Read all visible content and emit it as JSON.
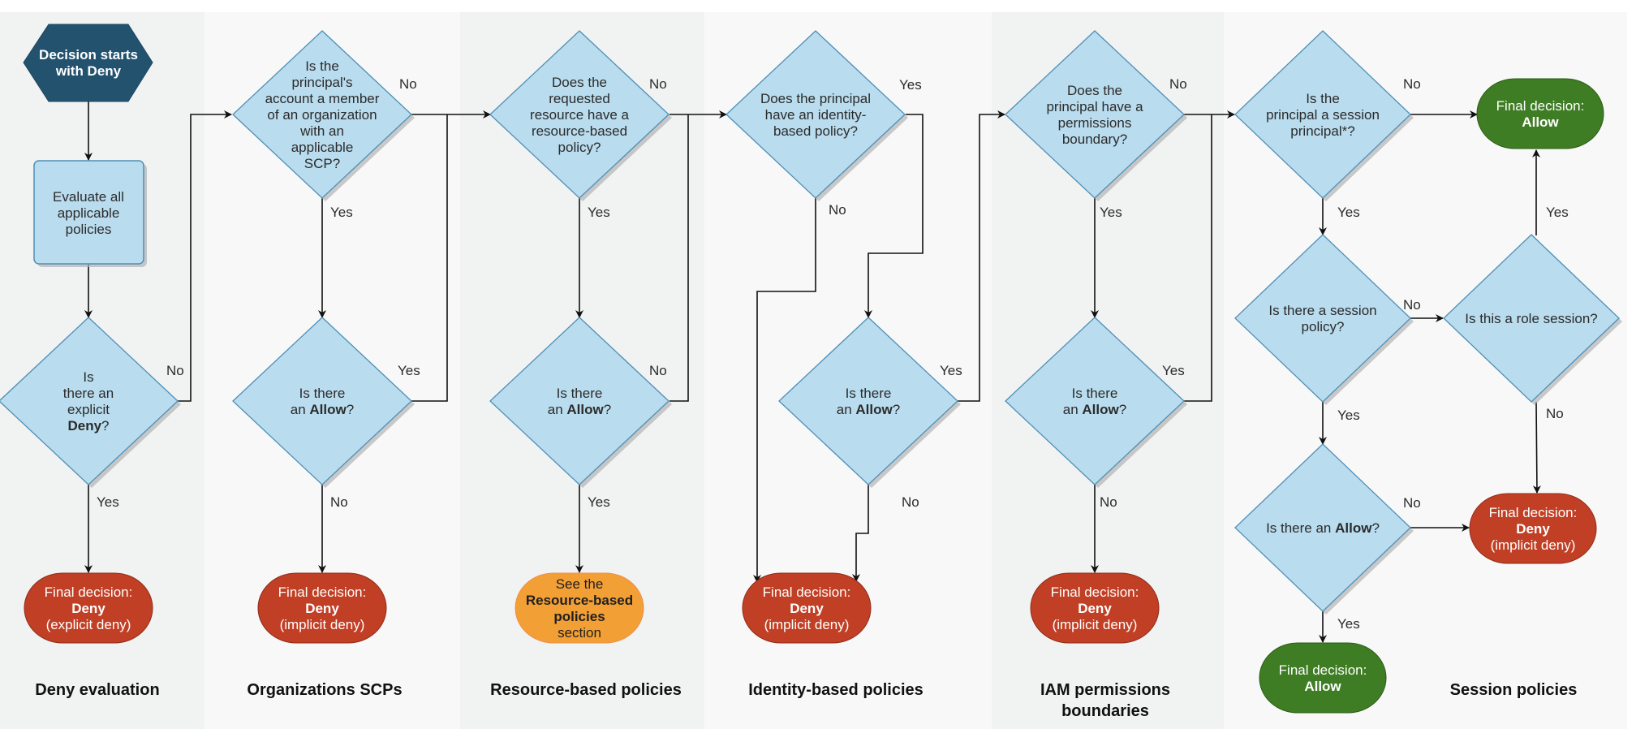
{
  "lanes": [
    {
      "title": [
        "Deny evaluation"
      ]
    },
    {
      "title": [
        "Organizations SCPs"
      ]
    },
    {
      "title": [
        "Resource-based policies"
      ]
    },
    {
      "title": [
        "Identity-based policies"
      ]
    },
    {
      "title": [
        "IAM permissions",
        "boundaries"
      ]
    },
    {
      "title": [
        "Session policies"
      ]
    }
  ],
  "nodes": {
    "start": {
      "lines": [
        "Decision starts",
        "with Deny"
      ]
    },
    "evaluate": {
      "lines": [
        "Evaluate all",
        "applicable",
        "policies"
      ]
    },
    "explicit_deny_q": {
      "lines": [
        [
          "Is"
        ],
        [
          "there an"
        ],
        [
          "explicit"
        ],
        [
          {
            "t": "Deny",
            "b": true
          },
          {
            "t": "?"
          }
        ]
      ]
    },
    "explicit_deny_final": {
      "lines": [
        [
          "Final decision:"
        ],
        [
          {
            "t": "Deny",
            "b": true
          }
        ],
        [
          "(explicit deny)"
        ]
      ]
    },
    "scp_member_q": {
      "lines": [
        [
          "Is the"
        ],
        [
          "principal's"
        ],
        [
          "account a member"
        ],
        [
          "of an organization"
        ],
        [
          "with an"
        ],
        [
          "applicable"
        ],
        [
          "SCP?"
        ]
      ]
    },
    "scp_allow_q": {
      "lines": [
        [
          "Is there"
        ],
        [
          {
            "t": "an "
          },
          {
            "t": "Allow",
            "b": true
          },
          {
            "t": "?"
          }
        ]
      ]
    },
    "scp_final": {
      "lines": [
        [
          "Final decision:"
        ],
        [
          {
            "t": "Deny",
            "b": true
          }
        ],
        [
          "(implicit deny)"
        ]
      ]
    },
    "rbp_q": {
      "lines": [
        [
          "Does the"
        ],
        [
          "requested"
        ],
        [
          "resource have a"
        ],
        [
          "resource-based"
        ],
        [
          "policy?"
        ]
      ]
    },
    "rbp_allow_q": {
      "lines": [
        [
          "Is there"
        ],
        [
          {
            "t": "an "
          },
          {
            "t": "Allow",
            "b": true
          },
          {
            "t": "?"
          }
        ]
      ]
    },
    "rbp_final": {
      "lines": [
        [
          "See the"
        ],
        [
          {
            "t": "Resource-based",
            "b": true
          }
        ],
        [
          {
            "t": "policies",
            "b": true
          }
        ],
        [
          "section"
        ]
      ]
    },
    "ibp_q": {
      "lines": [
        [
          "Does the principal"
        ],
        [
          "have an identity-"
        ],
        [
          "based policy?"
        ]
      ]
    },
    "ibp_allow_q": {
      "lines": [
        [
          "Is there"
        ],
        [
          {
            "t": "an "
          },
          {
            "t": "Allow",
            "b": true
          },
          {
            "t": "?"
          }
        ]
      ]
    },
    "ibp_final": {
      "lines": [
        [
          "Final decision:"
        ],
        [
          {
            "t": "Deny",
            "b": true
          }
        ],
        [
          "(implicit deny)"
        ]
      ]
    },
    "pb_q": {
      "lines": [
        [
          "Does the"
        ],
        [
          "principal have a"
        ],
        [
          "permissions"
        ],
        [
          "boundary?"
        ]
      ]
    },
    "pb_allow_q": {
      "lines": [
        [
          "Is there"
        ],
        [
          {
            "t": "an "
          },
          {
            "t": "Allow",
            "b": true
          },
          {
            "t": "?"
          }
        ]
      ]
    },
    "pb_final": {
      "lines": [
        [
          "Final decision:"
        ],
        [
          {
            "t": "Deny",
            "b": true
          }
        ],
        [
          "(implicit deny)"
        ]
      ]
    },
    "sp_principal_q": {
      "lines": [
        [
          "Is the"
        ],
        [
          "principal a session"
        ],
        [
          "principal*?"
        ]
      ]
    },
    "sp_allow_top": {
      "lines": [
        [
          "Final decision:"
        ],
        [
          {
            "t": "Allow",
            "b": true
          }
        ]
      ]
    },
    "sp_policy_q": {
      "lines": [
        [
          "Is there a session"
        ],
        [
          "policy?"
        ]
      ]
    },
    "sp_role_q": {
      "lines": [
        [
          "Is this a role session?"
        ]
      ]
    },
    "sp_allow_q": {
      "lines": [
        [
          {
            "t": "Is there an "
          },
          {
            "t": "Allow",
            "b": true
          },
          {
            "t": "?"
          }
        ]
      ]
    },
    "sp_deny_final": {
      "lines": [
        [
          "Final decision:"
        ],
        [
          {
            "t": "Deny",
            "b": true
          }
        ],
        [
          "(implicit deny)"
        ]
      ]
    },
    "sp_allow_bottom": {
      "lines": [
        [
          "Final decision:"
        ],
        [
          {
            "t": "Allow",
            "b": true
          }
        ]
      ]
    }
  },
  "edge_labels": {
    "explicit_deny_no": "No",
    "explicit_deny_yes": "Yes",
    "scp_member_no": "No",
    "scp_member_yes": "Yes",
    "scp_allow_yes": "Yes",
    "scp_allow_no": "No",
    "rbp_no": "No",
    "rbp_yes": "Yes",
    "rbp_allow_no": "No",
    "rbp_allow_yes": "Yes",
    "ibp_yes": "Yes",
    "ibp_no": "No",
    "ibp_allow_yes": "Yes",
    "ibp_allow_no": "No",
    "pb_no": "No",
    "pb_yes": "Yes",
    "pb_allow_yes": "Yes",
    "pb_allow_no": "No",
    "sp_principal_no": "No",
    "sp_principal_yes": "Yes",
    "sp_policy_no": "No",
    "sp_policy_yes": "Yes",
    "sp_role_yes": "Yes",
    "sp_role_no": "No",
    "sp_allow_no": "No",
    "sp_allow_yes": "Yes"
  },
  "colors": {
    "decision_fill": "#b9dcee",
    "start_fill": "#23526f",
    "deny_fill": "#c13f25",
    "allow_fill": "#3f7d24",
    "reference_fill": "#f29f35"
  }
}
